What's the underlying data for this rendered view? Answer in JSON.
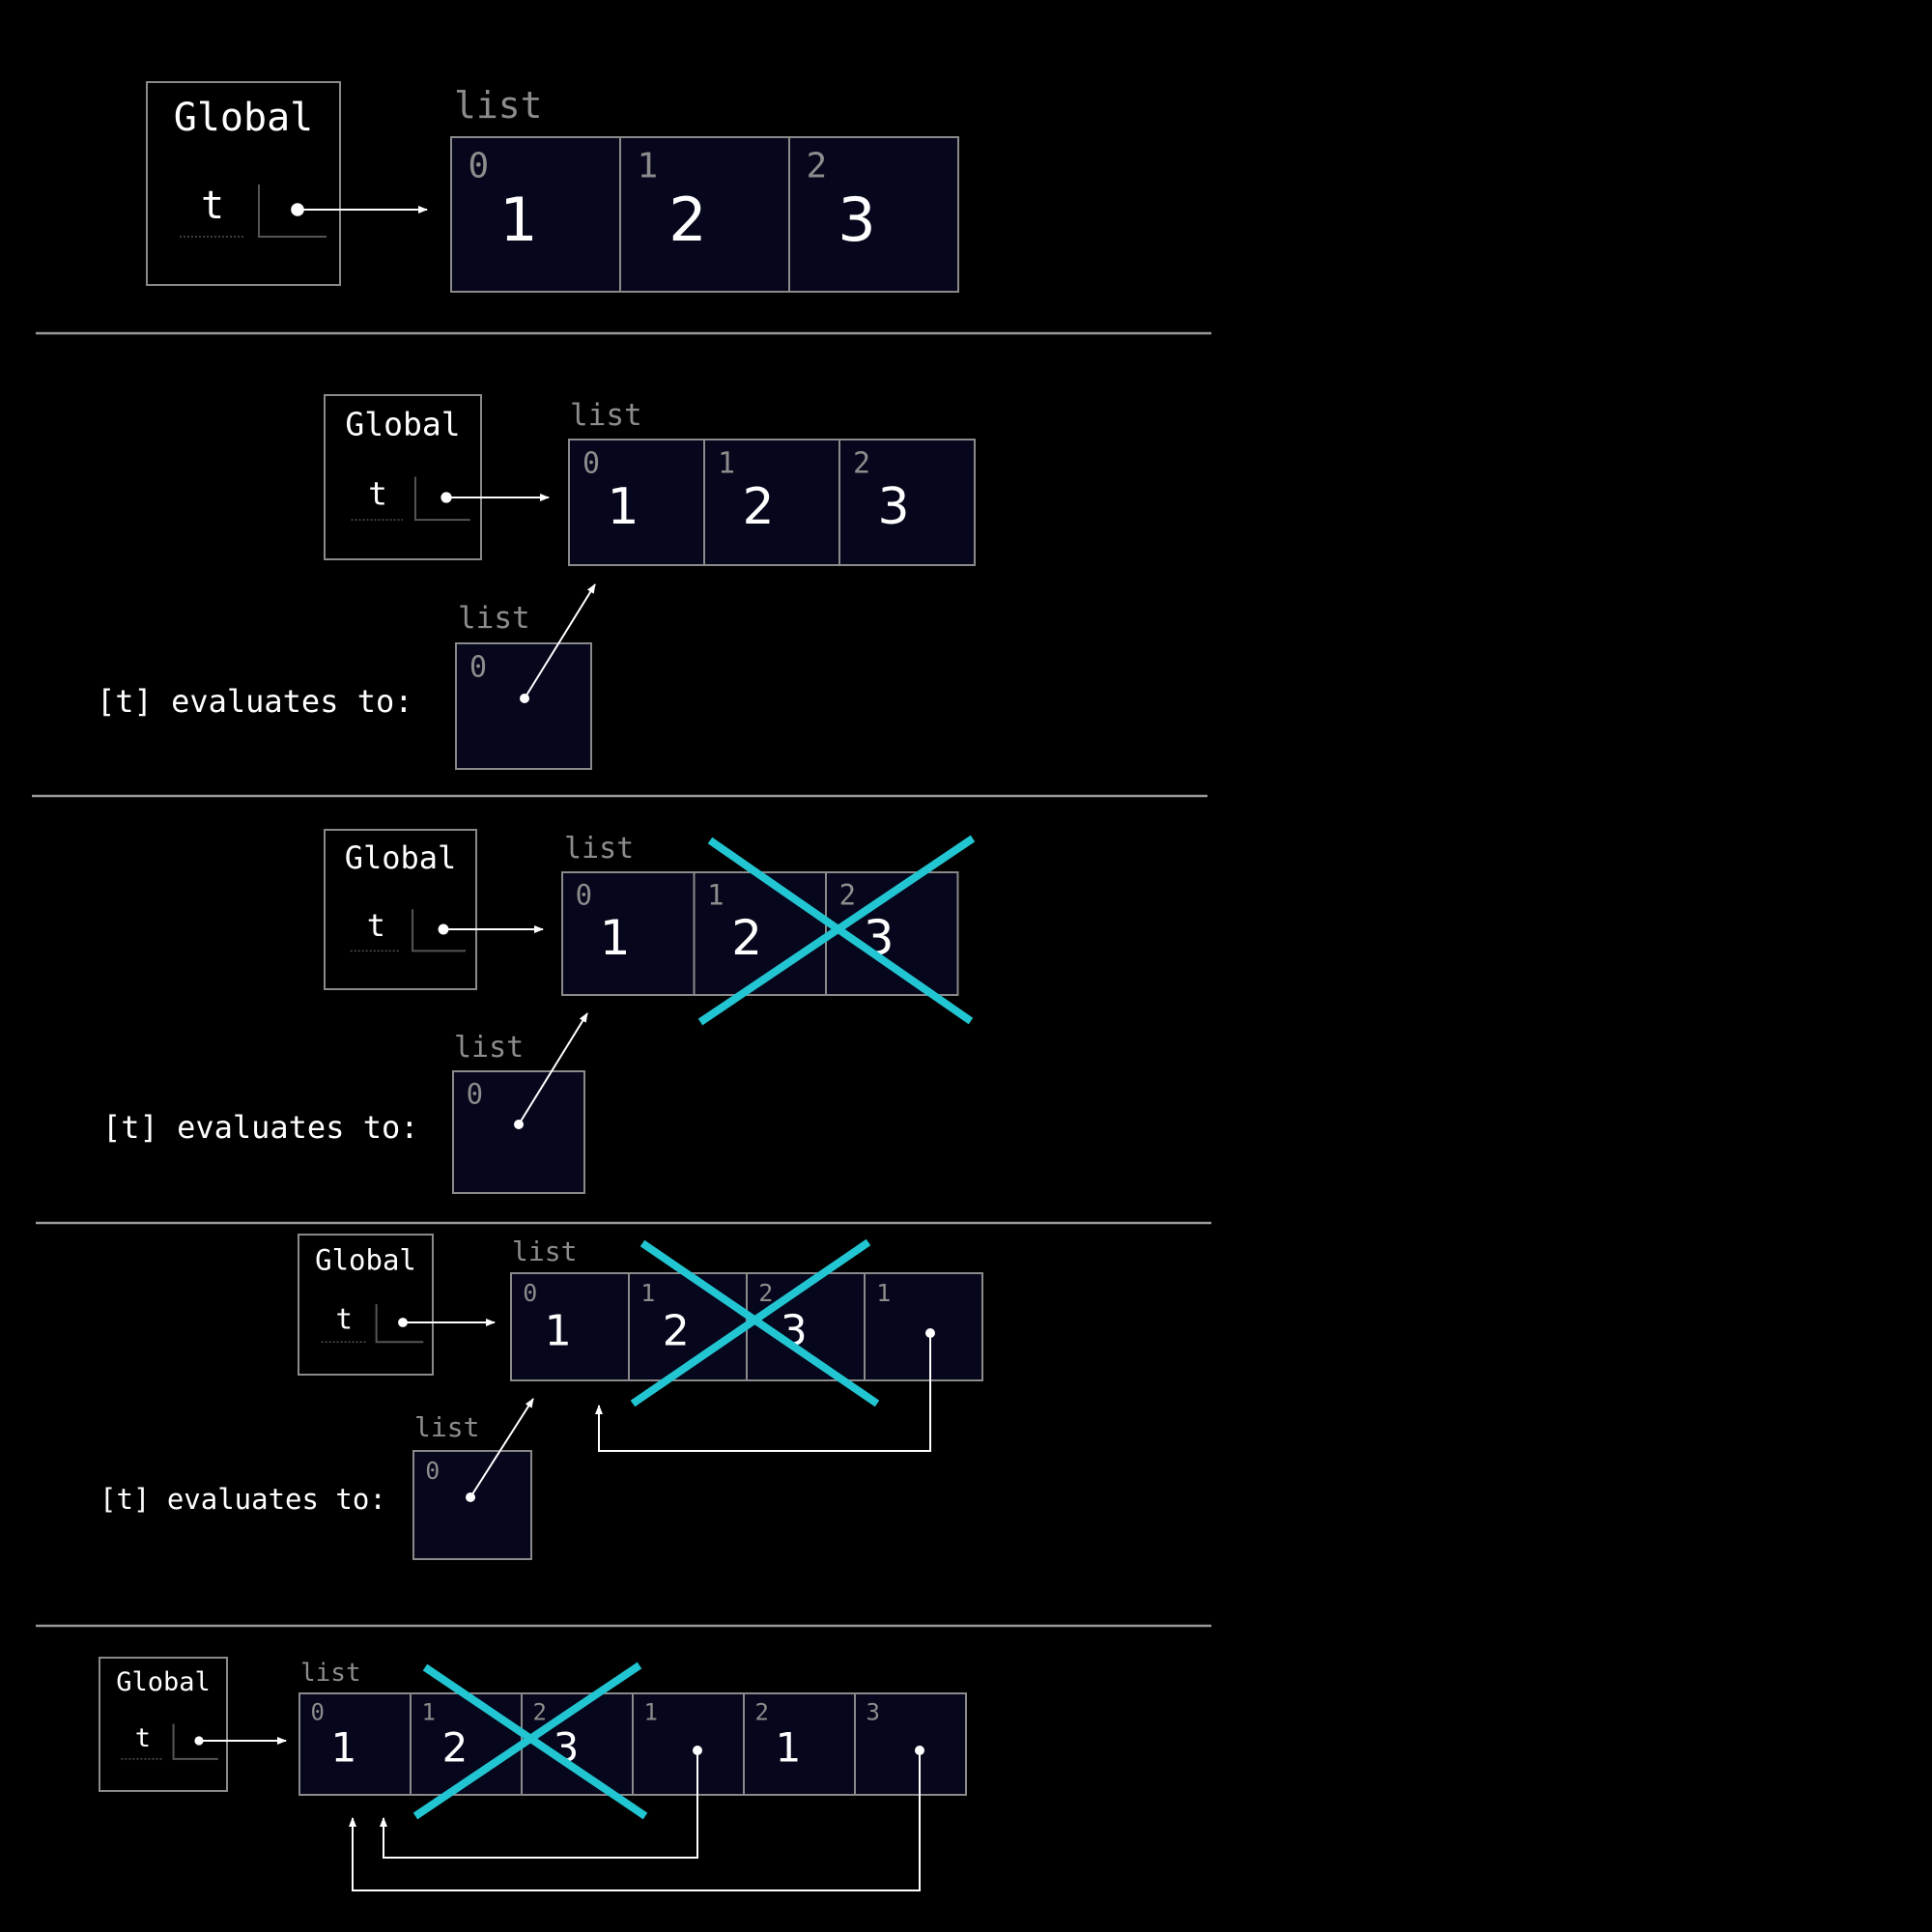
{
  "colors": {
    "background": "#000000",
    "cell_fill": "#06061c",
    "cell_border": "#8a8a8a",
    "text": "#ffffff",
    "muted_text": "#8c8c8c",
    "cross": "#22c6d2",
    "separator": "#9a9a9a"
  },
  "frame_title": "Global",
  "var_name": "t",
  "list_label": "list",
  "eval_label": "[t] evaluates to:",
  "panels": [
    {
      "main_list": [
        {
          "index": "0",
          "value": "1"
        },
        {
          "index": "1",
          "value": "2"
        },
        {
          "index": "2",
          "value": "3"
        }
      ]
    },
    {
      "main_list": [
        {
          "index": "0",
          "value": "1"
        },
        {
          "index": "1",
          "value": "2"
        },
        {
          "index": "2",
          "value": "3"
        }
      ],
      "eval_list": [
        {
          "index": "0"
        }
      ]
    },
    {
      "main_list": [
        {
          "index": "0",
          "value": "1"
        },
        {
          "index": "1",
          "value": "2"
        },
        {
          "index": "2",
          "value": "3"
        }
      ],
      "eval_list": [
        {
          "index": "0"
        }
      ],
      "crossed_out": "indices 1-2"
    },
    {
      "main_list": [
        {
          "index": "0",
          "value": "1"
        },
        {
          "index": "1",
          "value": "2"
        },
        {
          "index": "2",
          "value": "3"
        },
        {
          "index": "1",
          "value": ""
        }
      ],
      "eval_list": [
        {
          "index": "0"
        }
      ],
      "crossed_out": "indices 1-2"
    },
    {
      "main_list": [
        {
          "index": "0",
          "value": "1"
        },
        {
          "index": "1",
          "value": "2"
        },
        {
          "index": "2",
          "value": "3"
        },
        {
          "index": "1",
          "value": ""
        },
        {
          "index": "2",
          "value": "1"
        },
        {
          "index": "3",
          "value": ""
        }
      ],
      "crossed_out": "indices 1-2"
    }
  ]
}
